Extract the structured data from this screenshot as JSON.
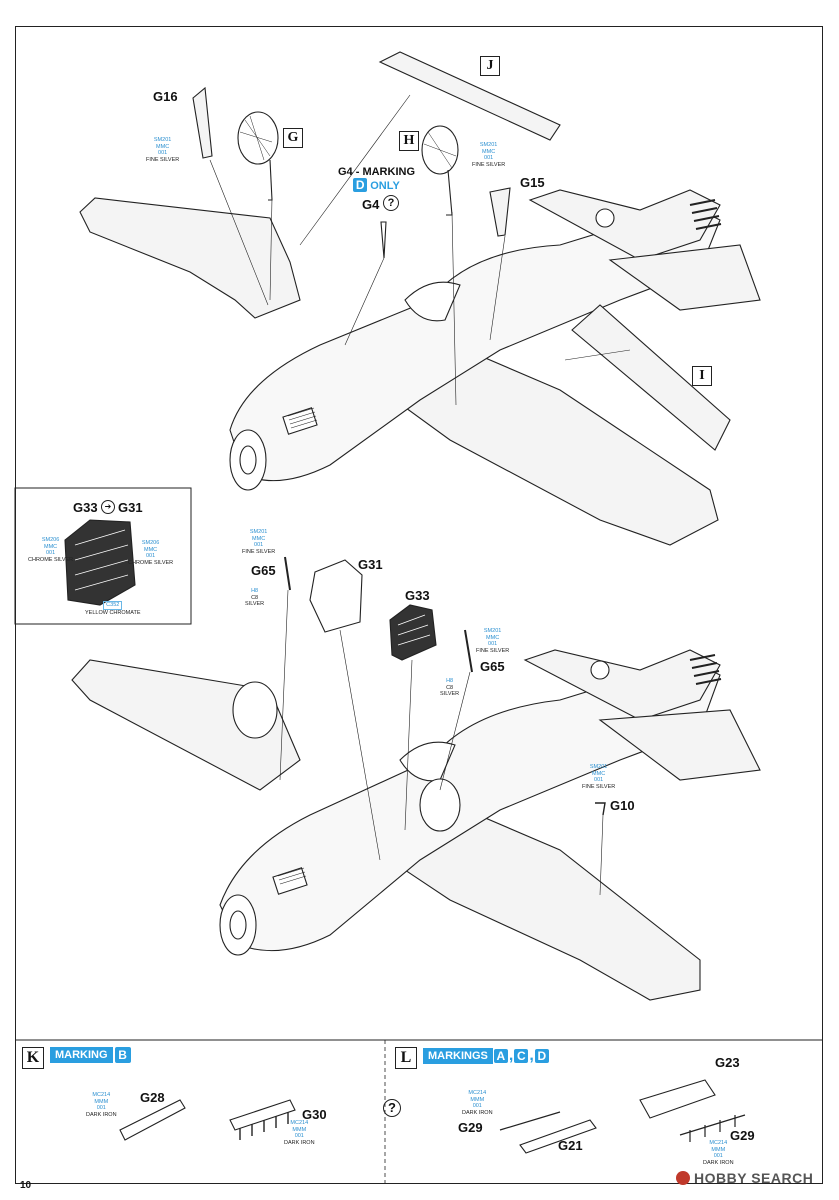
{
  "page_number": "10",
  "watermark": "HOBBY SEARCH",
  "top": {
    "parts": {
      "g16": "G16",
      "g15": "G15",
      "g4": "G4"
    },
    "boxes": {
      "g": "G",
      "h": "H",
      "j": "J",
      "i": "I"
    },
    "g4_note": {
      "prefix": "G4 - MARKING",
      "marking": "D",
      "suffix": "ONLY"
    },
    "paint_left": {
      "code": "SM201",
      "brand": "MMC",
      "num": "001",
      "name": "FINE SILVER"
    },
    "paint_right": {
      "code": "SM201",
      "brand": "MMC",
      "num": "001",
      "name": "FINE SILVER"
    }
  },
  "inset": {
    "title_left": "G33",
    "title_right": "G31",
    "paint_a": {
      "code": "SM206",
      "brand": "MMC",
      "num": "001",
      "name": "CHROME SILVER"
    },
    "paint_b": {
      "code": "SM206",
      "brand": "MMC",
      "num": "001",
      "name": "CHROME SILVER"
    },
    "paint_c": {
      "code": "C352",
      "name": "YELLOW CHROMATE"
    }
  },
  "middle": {
    "parts": {
      "g65a": "G65",
      "g31": "G31",
      "g33": "G33",
      "g65b": "G65",
      "g10": "G10"
    },
    "paint_g65a_top": {
      "code": "SM201",
      "brand": "MMC",
      "num": "001",
      "name": "FINE SILVER"
    },
    "paint_g65a_bottom": {
      "code": "H8",
      "brand": "C8",
      "name": "SILVER"
    },
    "paint_g33": {
      "code": "SM201",
      "brand": "MMC",
      "num": "001",
      "name": "FINE SILVER"
    },
    "paint_g65b": {
      "code": "H8",
      "brand": "C8",
      "name": "SILVER"
    },
    "paint_g10": {
      "code": "SM201",
      "brand": "MMC",
      "num": "001",
      "name": "FINE SILVER"
    }
  },
  "step_k": {
    "box": "K",
    "marking_label": "MARKING",
    "marking": "B",
    "part": "G28",
    "part2": "G30",
    "paint_1": {
      "code": "MC214",
      "brand": "MMM",
      "num": "001",
      "name": "DARK IRON"
    },
    "paint_2": {
      "code": "MC214",
      "brand": "MMM",
      "num": "001",
      "name": "DARK IRON"
    }
  },
  "question": "?",
  "step_l": {
    "box": "L",
    "marking_label": "MARKINGS",
    "markings": [
      "A",
      "C",
      "D"
    ],
    "parts": {
      "g29a": "G29",
      "g21": "G21",
      "g23": "G23",
      "g29b": "G29"
    },
    "paint_1": {
      "code": "MC214",
      "brand": "MMM",
      "num": "001",
      "name": "DARK IRON"
    },
    "paint_2": {
      "code": "MC214",
      "brand": "MMM",
      "num": "001",
      "name": "DARK IRON"
    }
  }
}
